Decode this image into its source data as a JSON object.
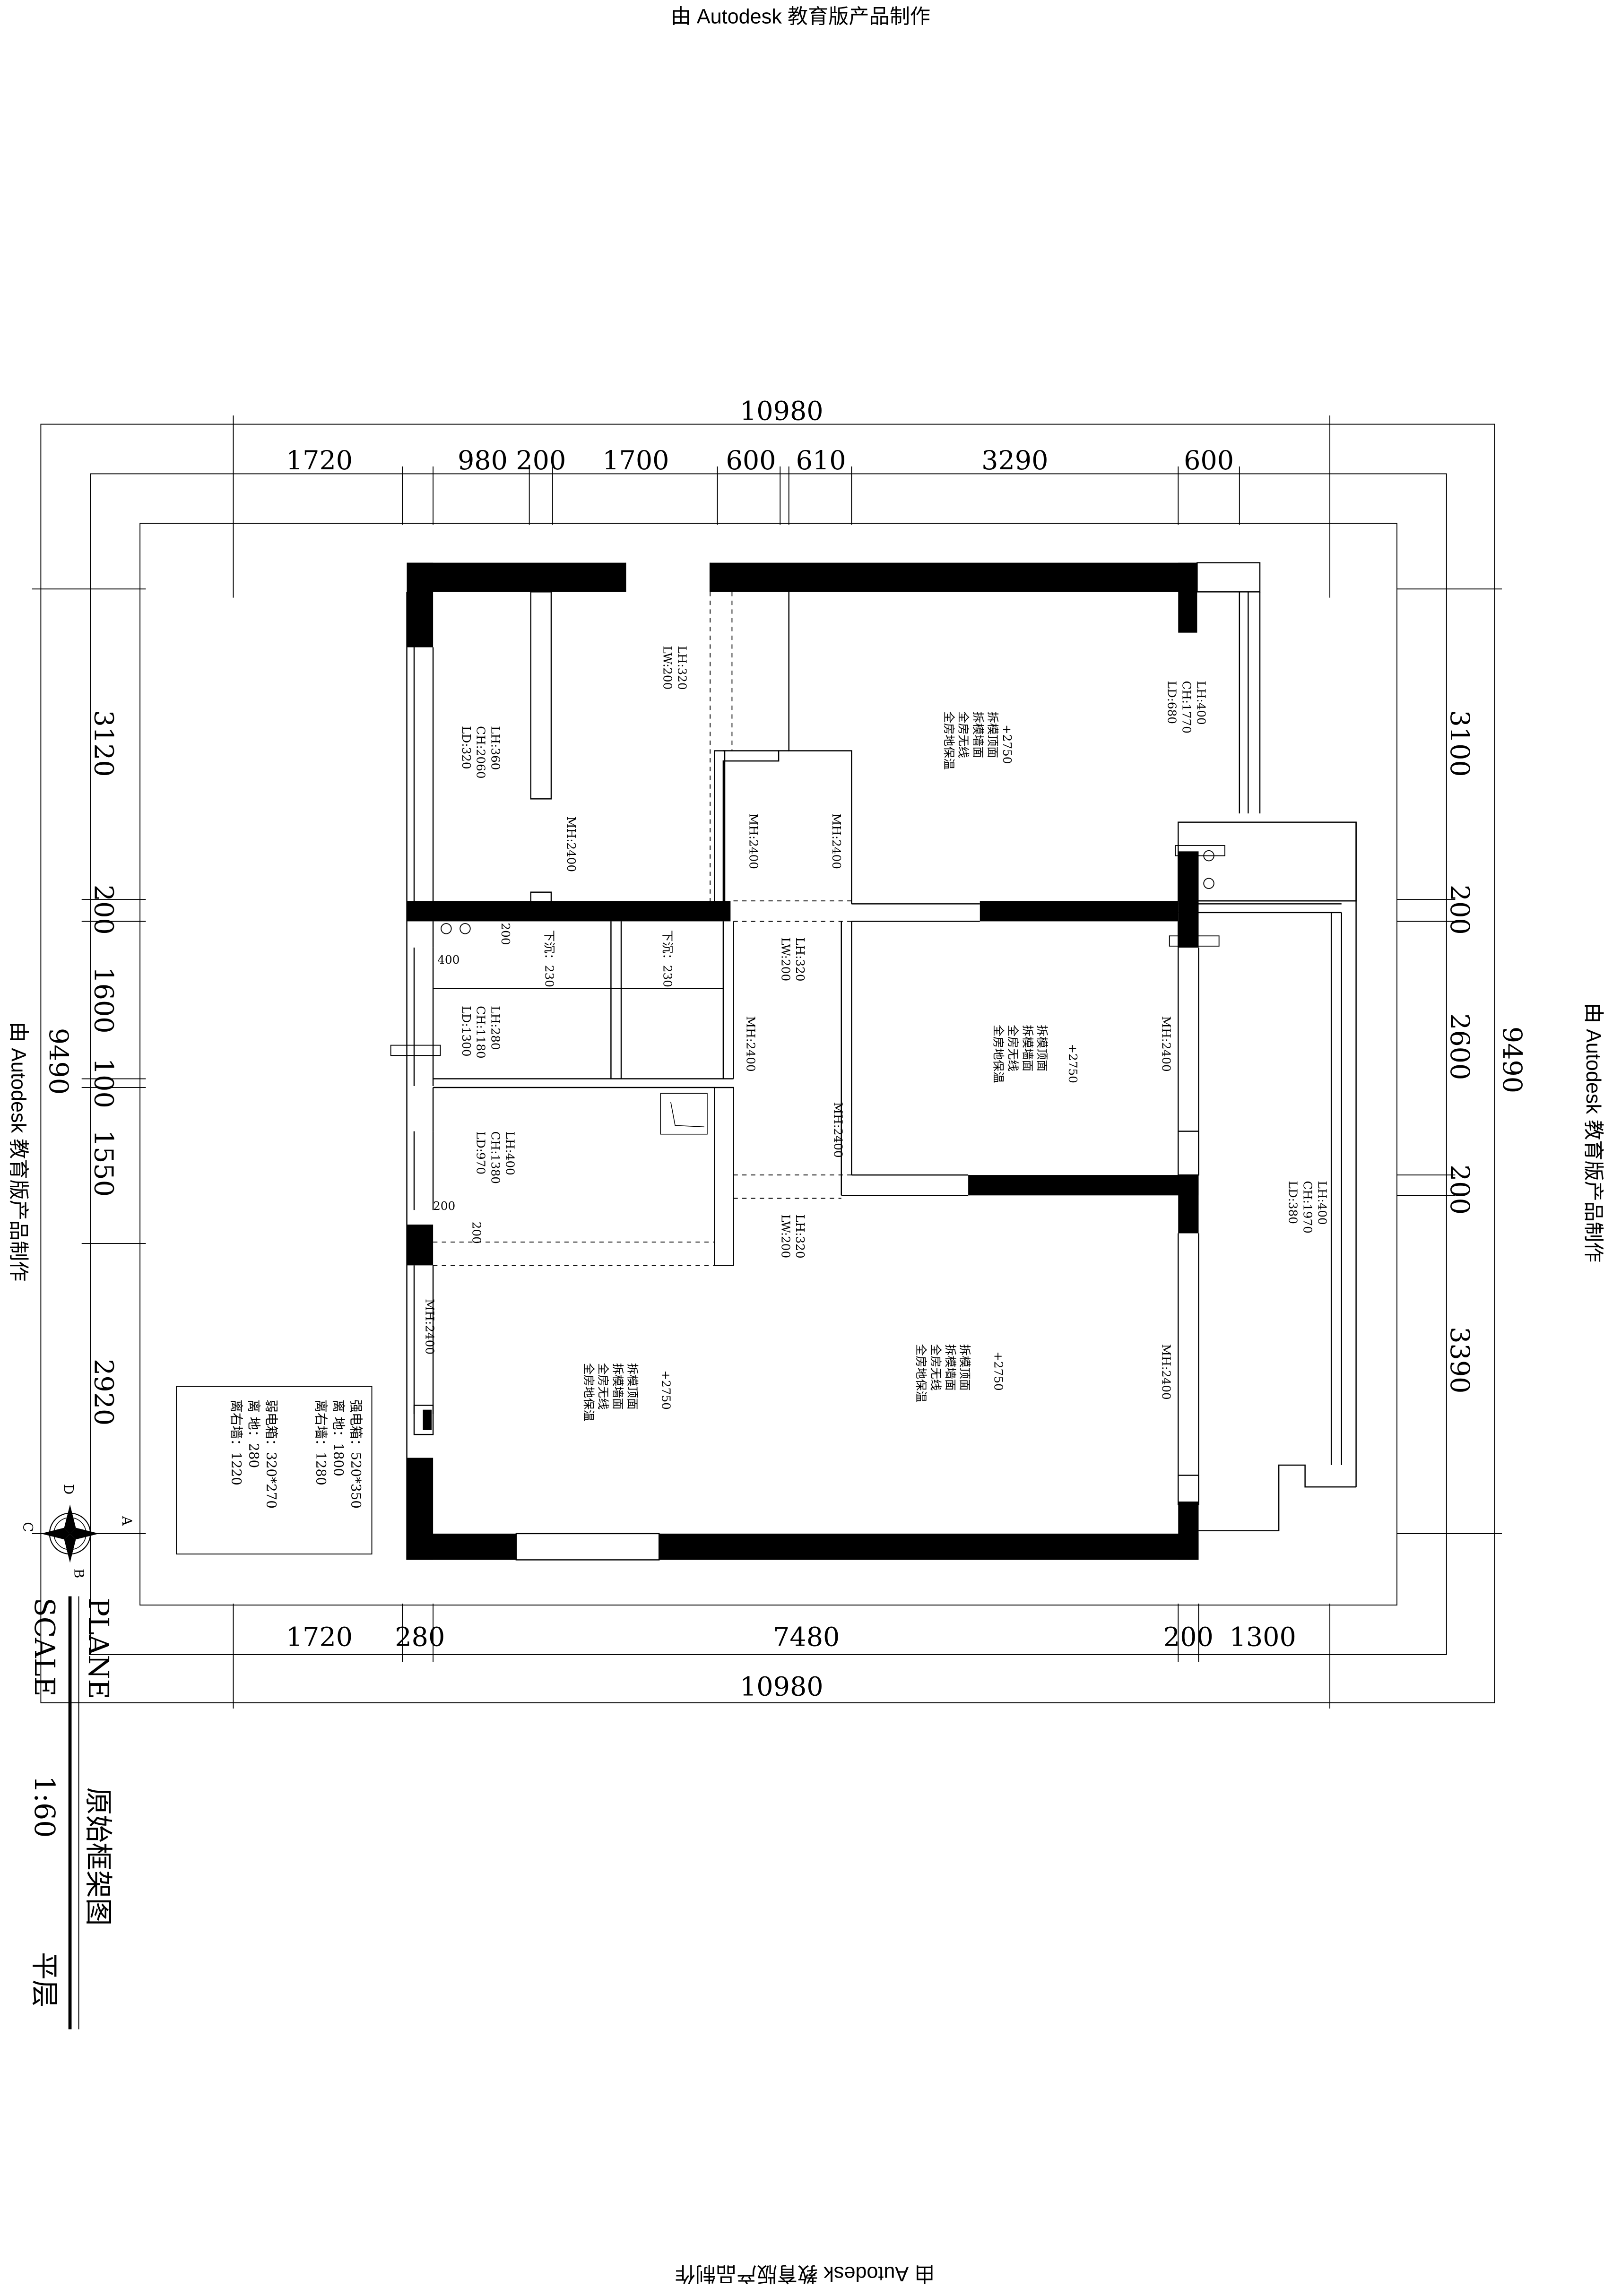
{
  "watermarks": {
    "top": "由 Autodesk 教育版产品制作",
    "bottom": "由 Autodesk 教育版产品制作",
    "left": "由 Autodesk 教育版产品制作",
    "right": "由 Autodesk 教育版产品制作"
  },
  "dimensions": {
    "top_total": "10980",
    "top_segments": [
      "1720",
      "980",
      "200",
      "1700",
      "600",
      "610",
      "3290",
      "600"
    ],
    "bottom_segments": [
      "1720",
      "280",
      "7480",
      "200",
      "1300"
    ],
    "bottom_total": "10980",
    "left_total": "9490",
    "left_segments": [
      "3120",
      "200",
      "1600",
      "100",
      "1550",
      "2920"
    ],
    "right_total": "9490",
    "right_segments": [
      "3100",
      "200",
      "2600",
      "200",
      "3390"
    ]
  },
  "rooms": {
    "room1": {
      "lh": "LH:360",
      "ch": "CH:2060",
      "ld": "LD:320"
    },
    "opening1": {
      "lh": "LH:320",
      "lw": "LW:200"
    },
    "room2": {
      "elev": "+2750",
      "l1": "拆模顶面",
      "l2": "拆模墙面",
      "l3": "全房无线",
      "l4": "全房地保温"
    },
    "window2": {
      "lh": "LH:400",
      "ch": "CH:1770",
      "ld": "LD:680"
    },
    "mh_a": "MH:2400",
    "mh_b": "MH:2400",
    "mh_c": "MH:2400",
    "xiachen1": "下沉：230",
    "xiachen2": "下沉：230",
    "dim_200a": "200",
    "dim_400": "400",
    "room3": {
      "lh": "LH:280",
      "ch": "CH:1180",
      "ld": "LD:1300"
    },
    "opening2": {
      "lh": "LH:320",
      "lw": "LW:200"
    },
    "mh_d": "MH:2400",
    "room4": {
      "elev": "+2750",
      "l1": "拆模顶面",
      "l2": "拆模墙面",
      "l3": "全房无线",
      "l4": "全房地保温"
    },
    "mh_e": "MH:2400",
    "mh_f": "MH:2400",
    "room5": {
      "lh": "LH:400",
      "ch": "CH:1380",
      "ld": "LD:970"
    },
    "dim_200b": "200",
    "dim_200c": "200",
    "opening3": {
      "lh": "LH:320",
      "lw": "LW:200"
    },
    "balcony": {
      "lh": "LH:400",
      "ch": "CH:1970",
      "ld": "LD:380"
    },
    "mh_g": "MH:2400",
    "room6": {
      "elev": "+2750",
      "l1": "拆模顶面",
      "l2": "拆模墙面",
      "l3": "全房无线",
      "l4": "全房地保温"
    },
    "room7": {
      "elev": "+2750",
      "l1": "拆模顶面",
      "l2": "拆模墙面",
      "l3": "全房无线",
      "l4": "全房地保温"
    },
    "mh_h": "MH:2400"
  },
  "legend": {
    "l1": "强电箱：520*350",
    "l2": "离    地：1800",
    "l3": "离右墙：1280",
    "l4": "弱电箱：320*270",
    "l5": "离    地：280",
    "l6": "离右墙：1220"
  },
  "compass": {
    "a": "A",
    "b": "B",
    "c": "C",
    "d": "D"
  },
  "title_block": {
    "plane": "PLANE",
    "scale": "SCALE",
    "name": "原始框架图",
    "ratio": "1:60",
    "floor": "平层"
  }
}
